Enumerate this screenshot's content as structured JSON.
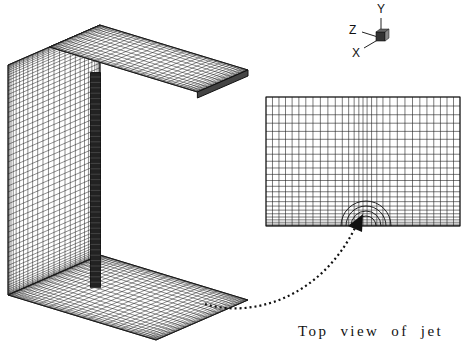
{
  "diagram": {
    "labels": [
      "Y",
      "Z",
      "X",
      "Top view of jet"
    ]
  }
}
